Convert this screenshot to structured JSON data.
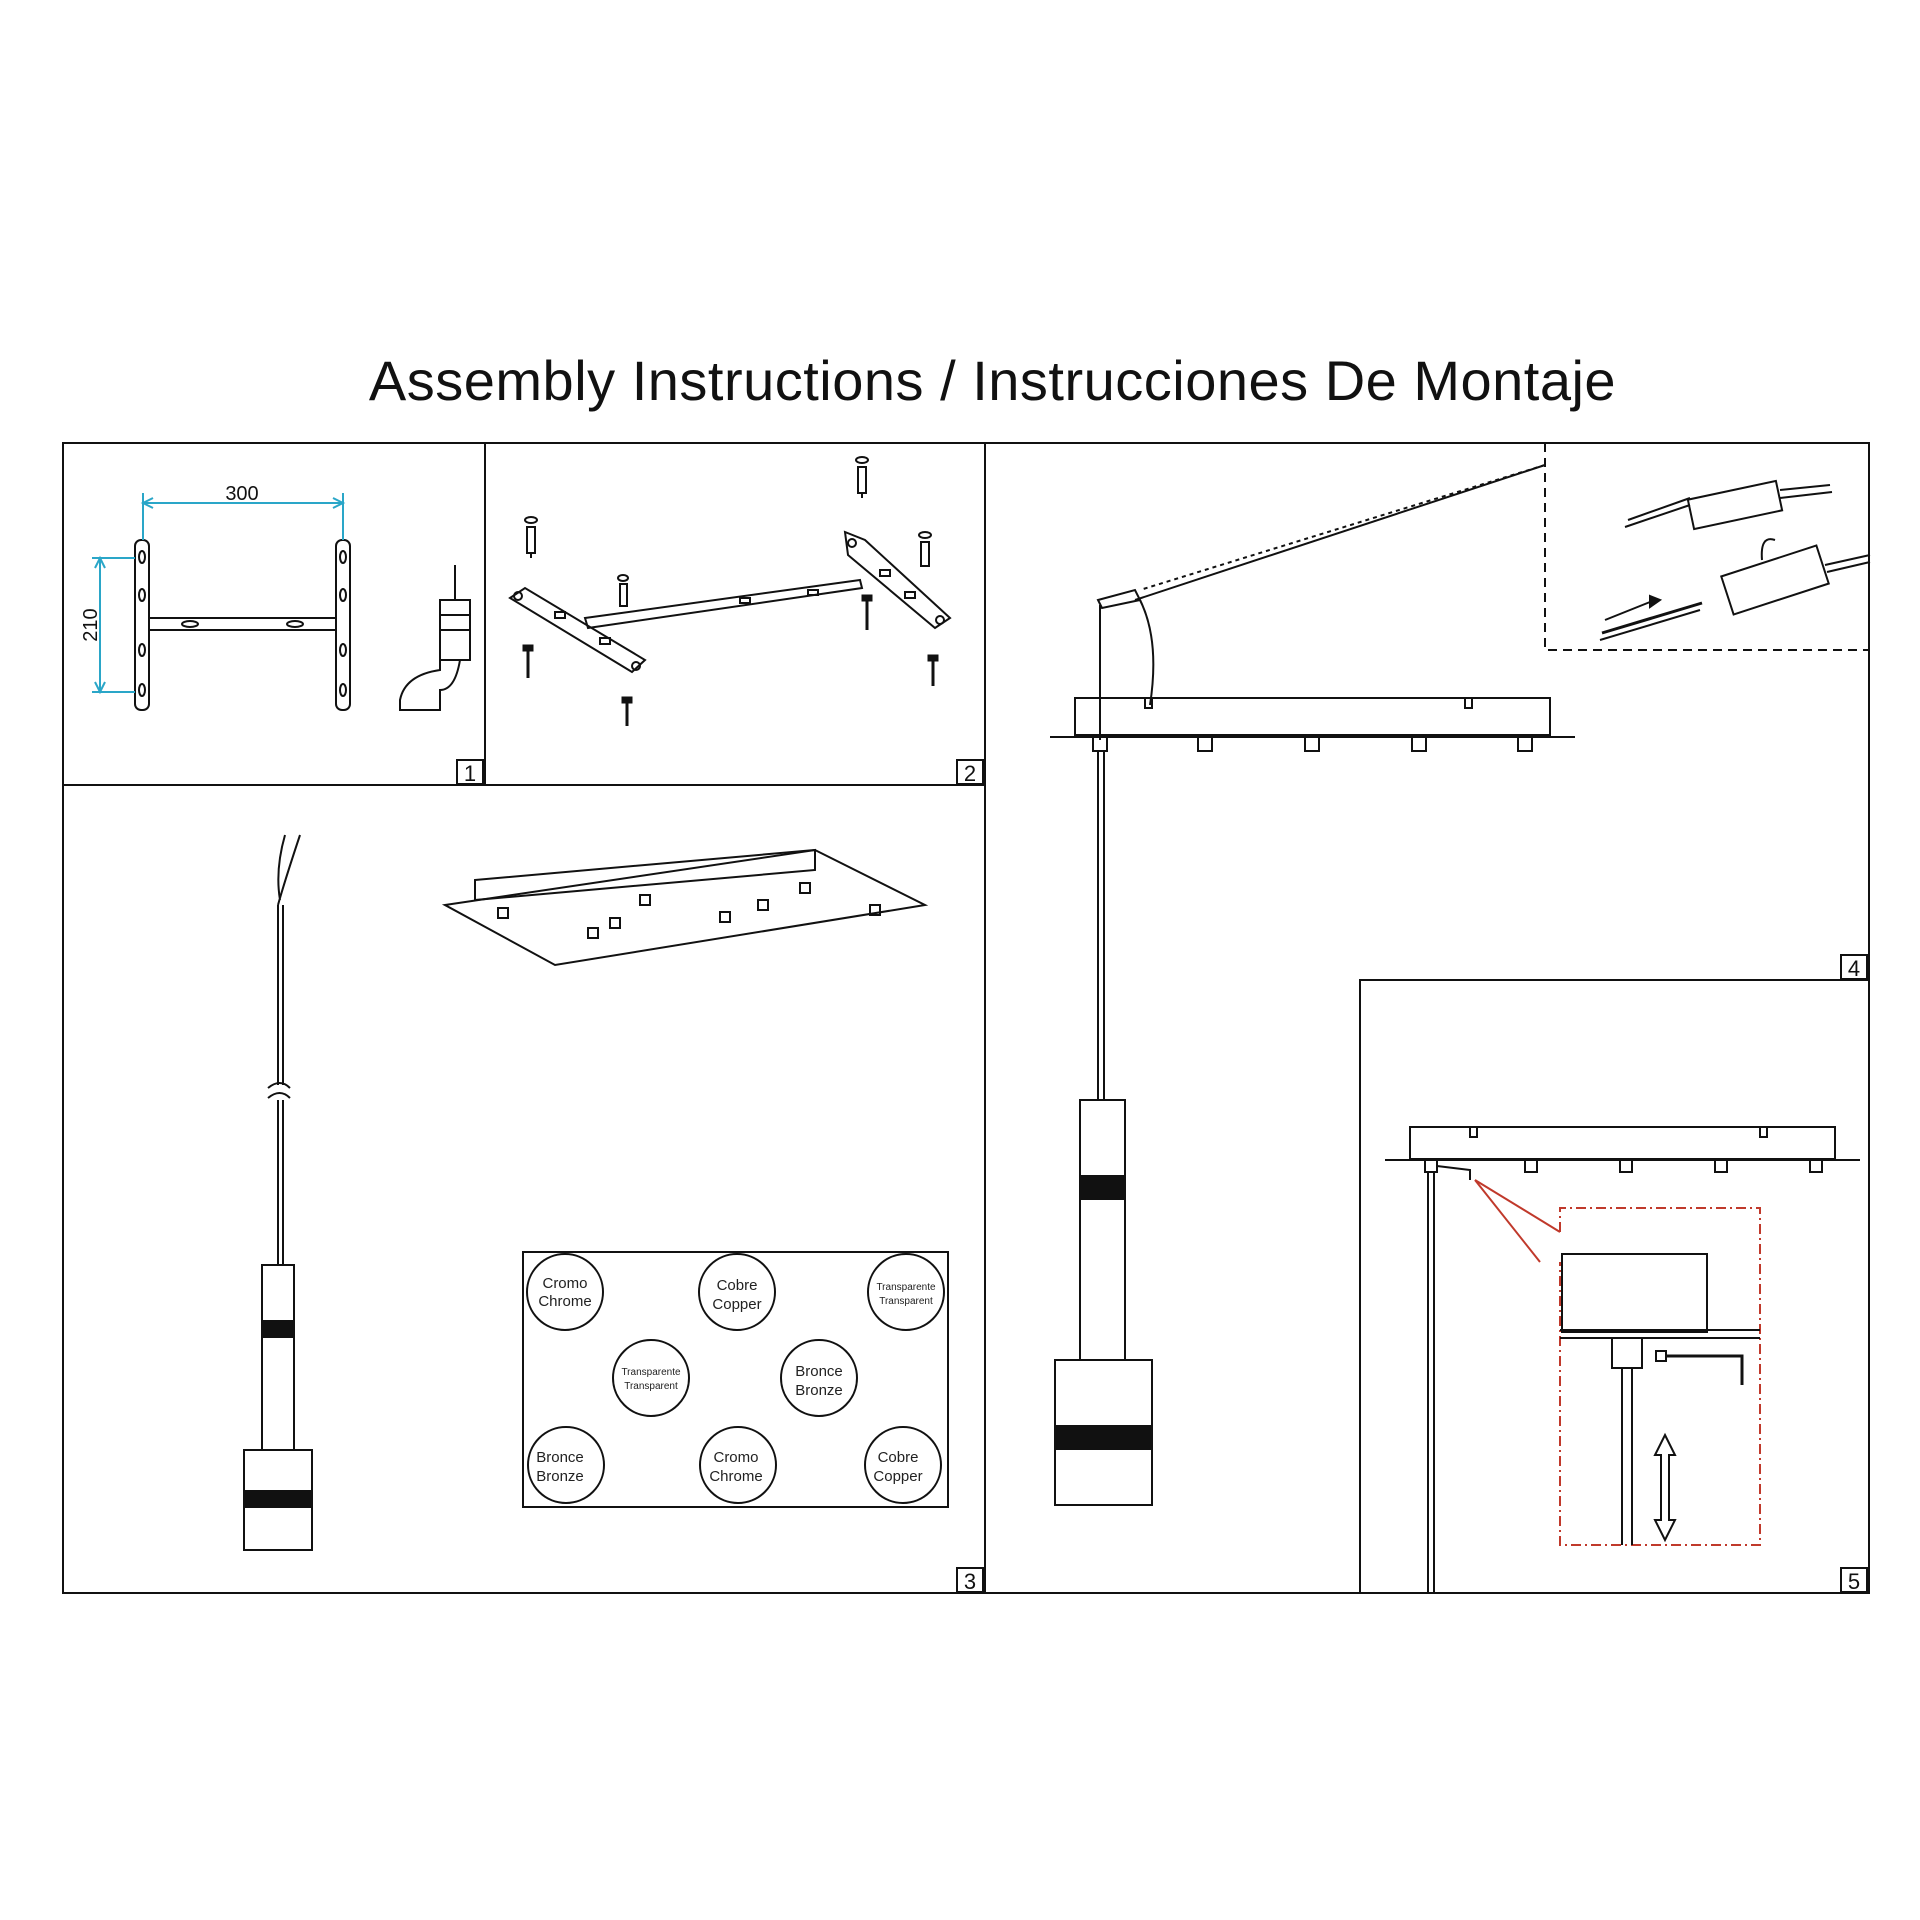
{
  "title": "Assembly Instructions / Instrucciones De Montaje",
  "steps": [
    "1",
    "2",
    "3",
    "4",
    "5"
  ],
  "dimensions": {
    "width": "300",
    "height": "210"
  },
  "finishes": [
    {
      "line1": "Cromo",
      "line2": "Chrome"
    },
    {
      "line1": "Cobre",
      "line2": "Copper"
    },
    {
      "line1": "Transparente",
      "line2": "Transparent"
    },
    {
      "line1": "Transparente",
      "line2": "Transparent"
    },
    {
      "line1": "Bronce",
      "line2": "Bronze"
    },
    {
      "line1": "Bronce",
      "line2": "Bronze"
    },
    {
      "line1": "Cromo",
      "line2": "Chrome"
    },
    {
      "line1": "Cobre",
      "line2": "Copper"
    }
  ],
  "colors": {
    "line": "#111111",
    "dimension": "#2aa6c8",
    "detail": "#c0392b"
  }
}
